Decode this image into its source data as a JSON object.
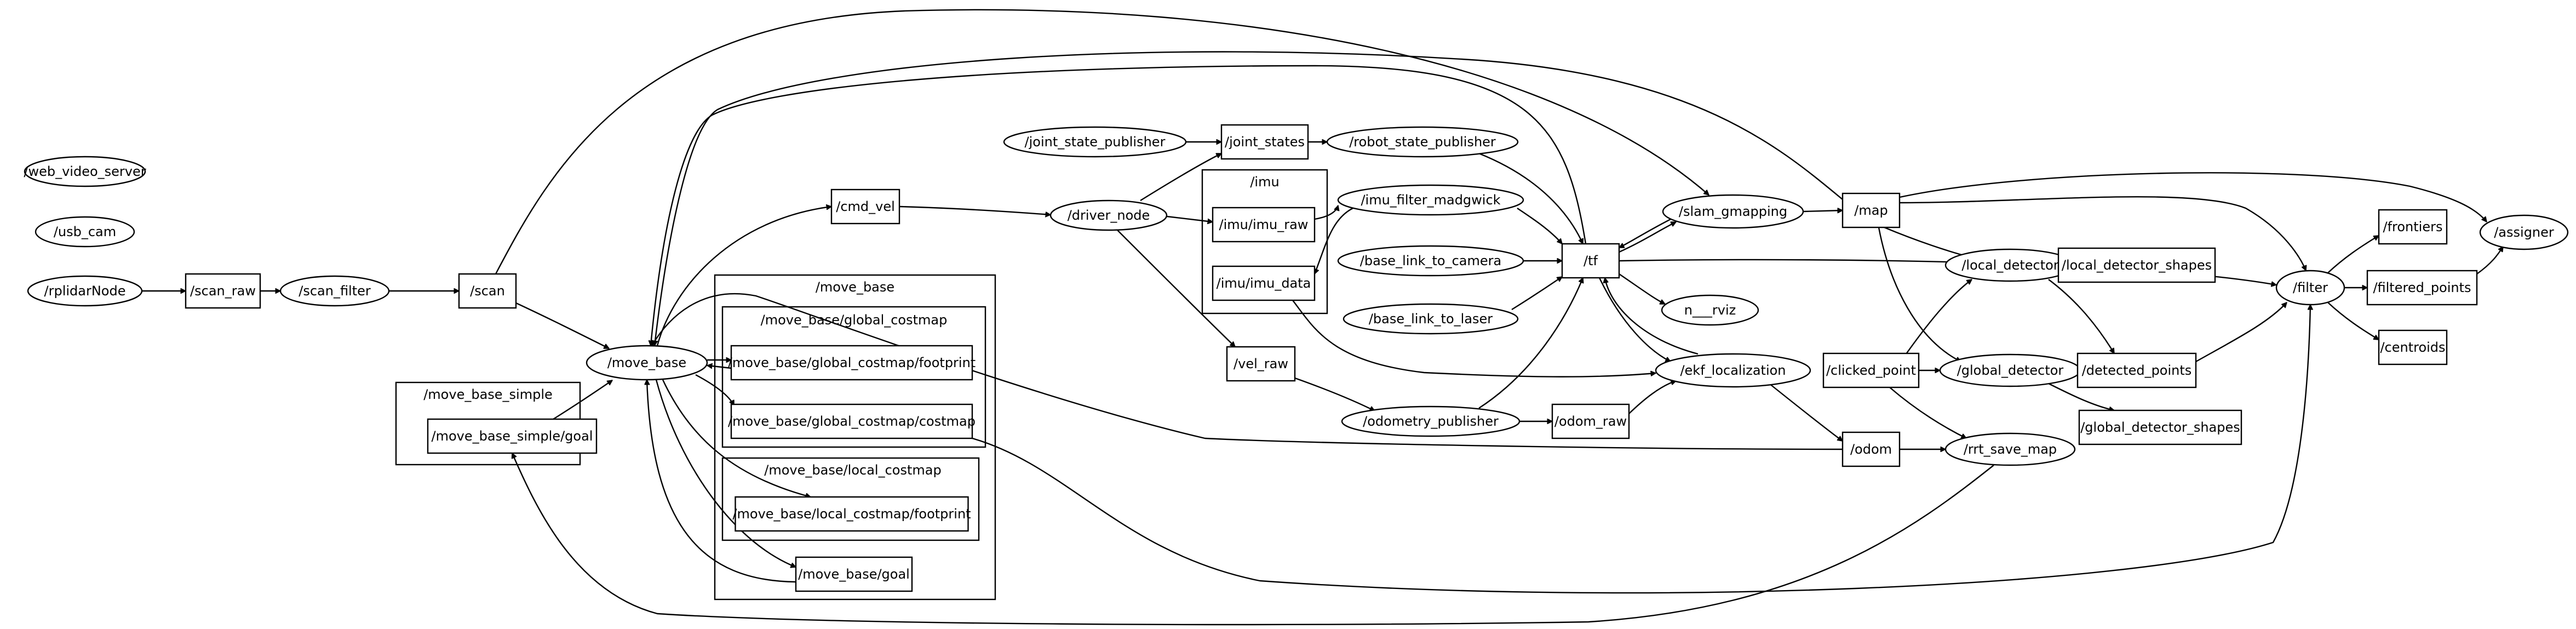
{
  "graph": {
    "clusters": [
      {
        "id": "c_move_base",
        "label": "/move_base"
      },
      {
        "id": "c_global_costmap",
        "label": "/move_base/global_costmap"
      },
      {
        "id": "c_local_costmap",
        "label": "/move_base/local_costmap"
      },
      {
        "id": "c_move_base_simple",
        "label": "/move_base_simple"
      },
      {
        "id": "c_imu",
        "label": "/imu"
      }
    ],
    "nodes": [
      {
        "id": "web_video_server",
        "label": "/web_video_server",
        "shape": "ellipse"
      },
      {
        "id": "usb_cam",
        "label": "/usb_cam",
        "shape": "ellipse"
      },
      {
        "id": "rplidarNode",
        "label": "/rplidarNode",
        "shape": "ellipse"
      },
      {
        "id": "scan_raw",
        "label": "/scan_raw",
        "shape": "box"
      },
      {
        "id": "scan_filter",
        "label": "/scan_filter",
        "shape": "ellipse"
      },
      {
        "id": "scan",
        "label": "/scan",
        "shape": "box"
      },
      {
        "id": "move_base",
        "label": "/move_base",
        "shape": "ellipse"
      },
      {
        "id": "mbs_goal",
        "label": "/move_base_simple/goal",
        "shape": "box"
      },
      {
        "id": "gc_footprint",
        "label": "/move_base/global_costmap/footprint",
        "shape": "box"
      },
      {
        "id": "gc_costmap",
        "label": "/move_base/global_costmap/costmap",
        "shape": "box"
      },
      {
        "id": "lc_footprint",
        "label": "/move_base/local_costmap/footprint",
        "shape": "box"
      },
      {
        "id": "mb_goal",
        "label": "/move_base/goal",
        "shape": "box"
      },
      {
        "id": "cmd_vel",
        "label": "/cmd_vel",
        "shape": "box"
      },
      {
        "id": "joint_state_publisher",
        "label": "/joint_state_publisher",
        "shape": "ellipse"
      },
      {
        "id": "joint_states",
        "label": "/joint_states",
        "shape": "box"
      },
      {
        "id": "robot_state_publisher",
        "label": "/robot_state_publisher",
        "shape": "ellipse"
      },
      {
        "id": "driver_node",
        "label": "/driver_node",
        "shape": "ellipse"
      },
      {
        "id": "imu_raw",
        "label": "/imu/imu_raw",
        "shape": "box"
      },
      {
        "id": "imu_data",
        "label": "/imu/imu_data",
        "shape": "box"
      },
      {
        "id": "imu_filter_madgwick",
        "label": "/imu_filter_madgwick",
        "shape": "ellipse"
      },
      {
        "id": "base_link_to_camera",
        "label": "/base_link_to_camera",
        "shape": "ellipse"
      },
      {
        "id": "base_link_to_laser",
        "label": "/base_link_to_laser",
        "shape": "ellipse"
      },
      {
        "id": "vel_raw",
        "label": "/vel_raw",
        "shape": "box"
      },
      {
        "id": "odometry_publisher",
        "label": "/odometry_publisher",
        "shape": "ellipse"
      },
      {
        "id": "odom_raw",
        "label": "/odom_raw",
        "shape": "box"
      },
      {
        "id": "tf",
        "label": "/tf",
        "shape": "box"
      },
      {
        "id": "slam_gmapping",
        "label": "/slam_gmapping",
        "shape": "ellipse"
      },
      {
        "id": "n_rviz",
        "label": "n___rviz",
        "shape": "ellipse"
      },
      {
        "id": "ekf_localization",
        "label": "/ekf_localization",
        "shape": "ellipse"
      },
      {
        "id": "map",
        "label": "/map",
        "shape": "box"
      },
      {
        "id": "clicked_point",
        "label": "/clicked_point",
        "shape": "box"
      },
      {
        "id": "odom",
        "label": "/odom",
        "shape": "box"
      },
      {
        "id": "local_detector",
        "label": "/local_detector",
        "shape": "ellipse"
      },
      {
        "id": "global_detector",
        "label": "/global_detector",
        "shape": "ellipse"
      },
      {
        "id": "rrt_save_map",
        "label": "/rrt_save_map",
        "shape": "ellipse"
      },
      {
        "id": "local_detector_shapes",
        "label": "/local_detector_shapes",
        "shape": "box"
      },
      {
        "id": "detected_points",
        "label": "/detected_points",
        "shape": "box"
      },
      {
        "id": "global_detector_shapes",
        "label": "/global_detector_shapes",
        "shape": "box"
      },
      {
        "id": "filter",
        "label": "/filter",
        "shape": "ellipse"
      },
      {
        "id": "frontiers",
        "label": "/frontiers",
        "shape": "box"
      },
      {
        "id": "filtered_points",
        "label": "/filtered_points",
        "shape": "box"
      },
      {
        "id": "centroids",
        "label": "/centroids",
        "shape": "box"
      },
      {
        "id": "assigner",
        "label": "/assigner",
        "shape": "ellipse"
      }
    ],
    "edges": [
      {
        "from": "rplidarNode",
        "to": "scan_raw"
      },
      {
        "from": "scan_raw",
        "to": "scan_filter"
      },
      {
        "from": "scan_filter",
        "to": "scan"
      },
      {
        "from": "scan",
        "to": "move_base"
      },
      {
        "from": "scan",
        "to": "slam_gmapping"
      },
      {
        "from": "mbs_goal",
        "to": "move_base"
      },
      {
        "from": "move_base",
        "to": "gc_footprint"
      },
      {
        "from": "gc_footprint",
        "to": "move_base"
      },
      {
        "from": "move_base",
        "to": "gc_costmap"
      },
      {
        "from": "move_base",
        "to": "lc_footprint"
      },
      {
        "from": "move_base",
        "to": "mb_goal"
      },
      {
        "from": "mb_goal",
        "to": "move_base"
      },
      {
        "from": "move_base",
        "to": "cmd_vel"
      },
      {
        "from": "gc_costmap",
        "to": "filter"
      },
      {
        "from": "rrt_save_map",
        "to": "mbs_goal"
      },
      {
        "from": "cmd_vel",
        "to": "driver_node"
      },
      {
        "from": "joint_state_publisher",
        "to": "joint_states"
      },
      {
        "from": "joint_states",
        "to": "robot_state_publisher"
      },
      {
        "from": "robot_state_publisher",
        "to": "tf"
      },
      {
        "from": "driver_node",
        "to": "joint_states"
      },
      {
        "from": "driver_node",
        "to": "imu_raw"
      },
      {
        "from": "driver_node",
        "to": "vel_raw"
      },
      {
        "from": "imu_raw",
        "to": "imu_filter_madgwick"
      },
      {
        "from": "imu_filter_madgwick",
        "to": "imu_data"
      },
      {
        "from": "imu_filter_madgwick",
        "to": "tf"
      },
      {
        "from": "imu_data",
        "to": "ekf_localization"
      },
      {
        "from": "base_link_to_camera",
        "to": "tf"
      },
      {
        "from": "base_link_to_laser",
        "to": "tf"
      },
      {
        "from": "vel_raw",
        "to": "odometry_publisher"
      },
      {
        "from": "odometry_publisher",
        "to": "odom_raw"
      },
      {
        "from": "odometry_publisher",
        "to": "tf"
      },
      {
        "from": "odom_raw",
        "to": "ekf_localization"
      },
      {
        "from": "tf",
        "to": "slam_gmapping"
      },
      {
        "from": "slam_gmapping",
        "to": "tf"
      },
      {
        "from": "tf",
        "to": "n_rviz"
      },
      {
        "from": "tf",
        "to": "ekf_localization"
      },
      {
        "from": "ekf_localization",
        "to": "tf"
      },
      {
        "from": "tf",
        "to": "move_base"
      },
      {
        "from": "tf",
        "to": "filter"
      },
      {
        "from": "ekf_localization",
        "to": "odom"
      },
      {
        "from": "odom",
        "to": "move_base"
      },
      {
        "from": "odom",
        "to": "rrt_save_map"
      },
      {
        "from": "slam_gmapping",
        "to": "map"
      },
      {
        "from": "map",
        "to": "move_base"
      },
      {
        "from": "map",
        "to": "local_detector"
      },
      {
        "from": "map",
        "to": "global_detector"
      },
      {
        "from": "map",
        "to": "filter"
      },
      {
        "from": "map",
        "to": "assigner"
      },
      {
        "from": "clicked_point",
        "to": "local_detector"
      },
      {
        "from": "clicked_point",
        "to": "global_detector"
      },
      {
        "from": "clicked_point",
        "to": "rrt_save_map"
      },
      {
        "from": "local_detector",
        "to": "local_detector_shapes"
      },
      {
        "from": "local_detector",
        "to": "detected_points"
      },
      {
        "from": "global_detector",
        "to": "detected_points"
      },
      {
        "from": "global_detector",
        "to": "global_detector_shapes"
      },
      {
        "from": "detected_points",
        "to": "filter"
      },
      {
        "from": "filter",
        "to": "frontiers"
      },
      {
        "from": "filter",
        "to": "filtered_points"
      },
      {
        "from": "filter",
        "to": "centroids"
      },
      {
        "from": "filtered_points",
        "to": "assigner"
      }
    ]
  }
}
